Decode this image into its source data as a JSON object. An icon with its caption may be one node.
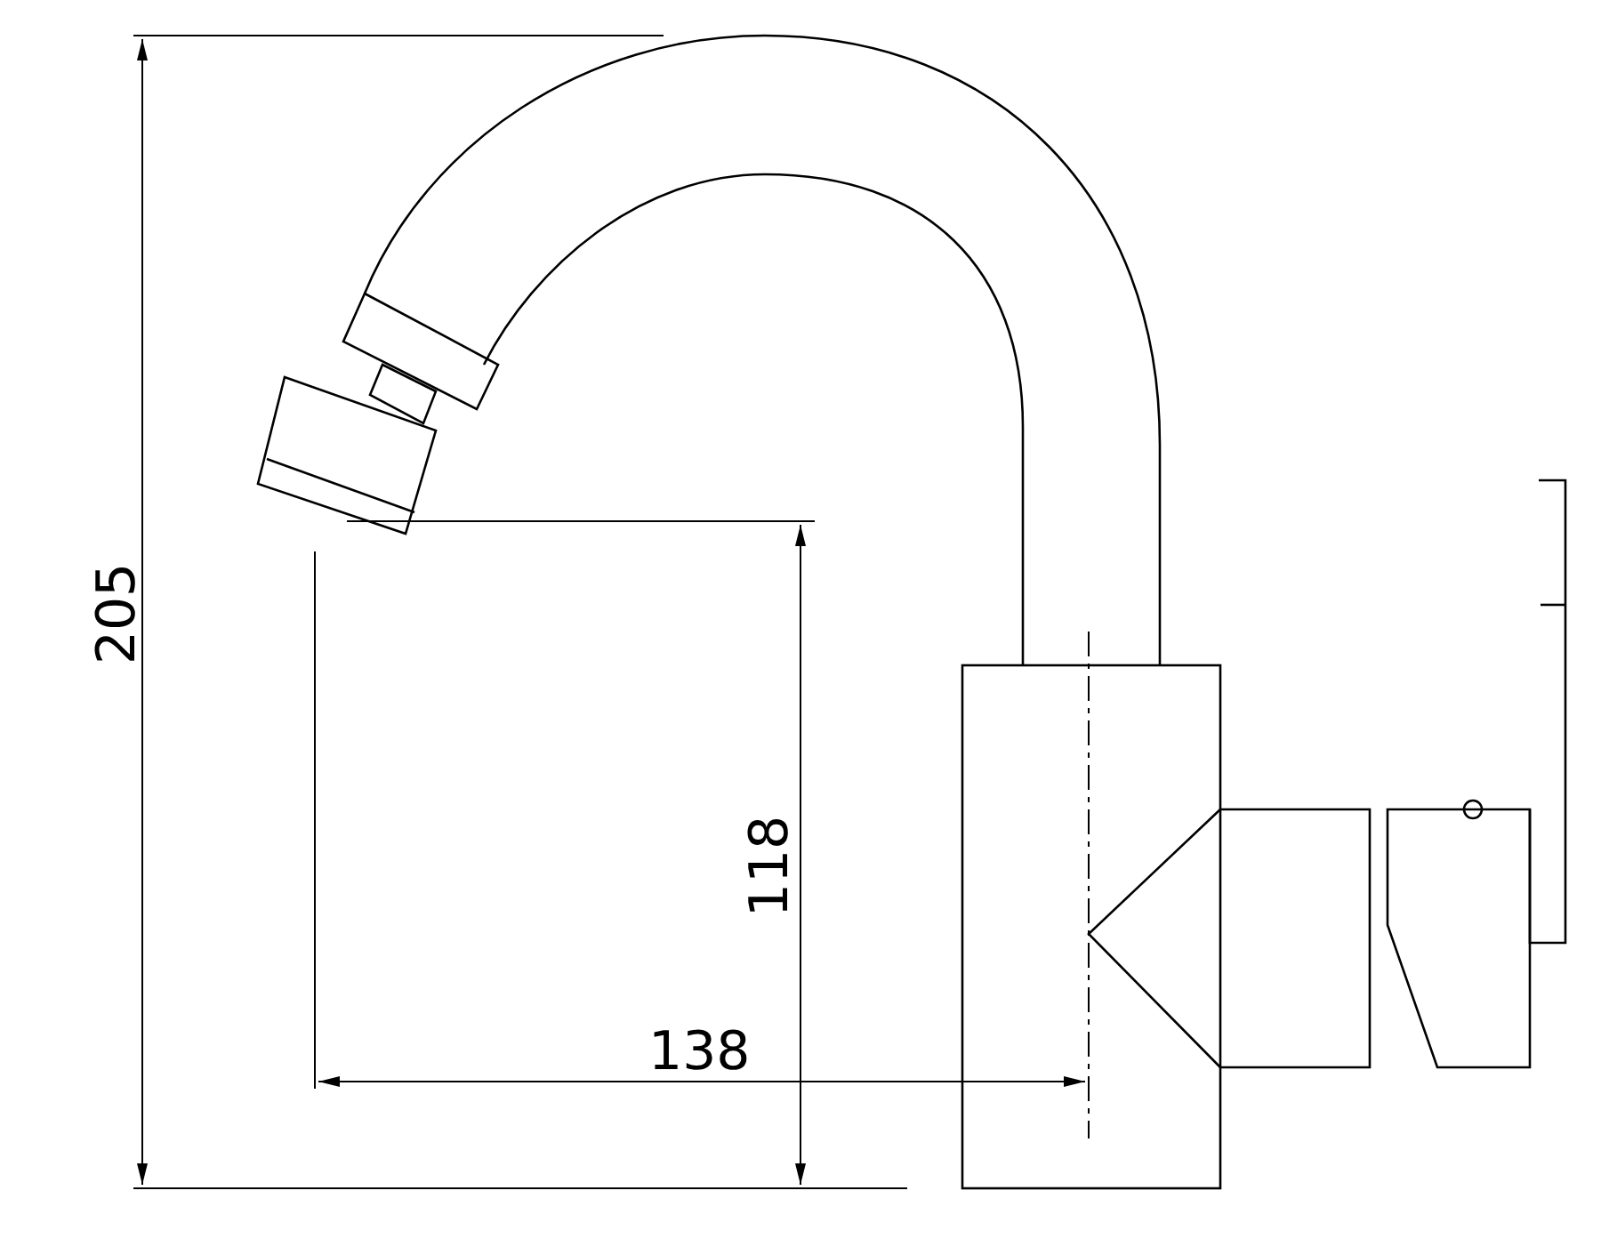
{
  "diagram": {
    "labels": [
      "205",
      "118",
      "138"
    ]
  }
}
